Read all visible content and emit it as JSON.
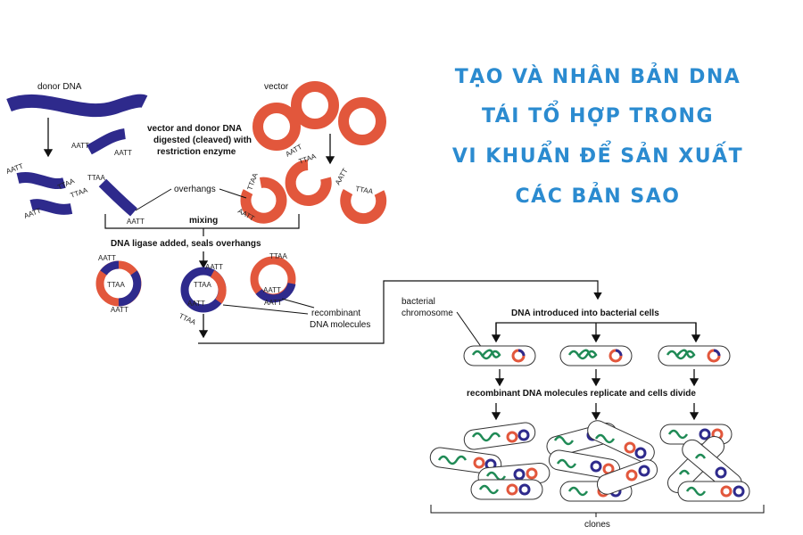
{
  "title": {
    "lines": [
      "TẠO VÀ NHÂN BẢN DNA",
      "TÁI TỔ HỢP TRONG",
      "VI KHUẨN ĐỂ SẢN XUẤT",
      "CÁC BẢN SAO"
    ],
    "color": "#2b8bd0"
  },
  "diagram": {
    "labels": {
      "donor_dna": "donor DNA",
      "vector": "vector",
      "digest_1": "vector and donor DNA",
      "digest_2": "digested (cleaved) with",
      "digest_3": "restriction enzyme",
      "overhangs": "overhangs",
      "mixing": "mixing",
      "ligase": "DNA ligase added, seals overhangs",
      "recombinant_1": "recombinant",
      "recombinant_2": "DNA molecules",
      "bacterial_1": "bacterial",
      "bacterial_2": "chromosome",
      "introduced": "DNA introduced into bacterial cells",
      "replicate": "recombinant DNA molecules replicate and cells divide",
      "clones": "clones"
    },
    "sequences": {
      "aatt": "AATT",
      "ttaa": "TTAA"
    },
    "colors": {
      "donor": "#2e2a8c",
      "vector": "#e2573c",
      "chromosome": "#1f8a55",
      "text_accent": "#2b8bd0"
    }
  }
}
